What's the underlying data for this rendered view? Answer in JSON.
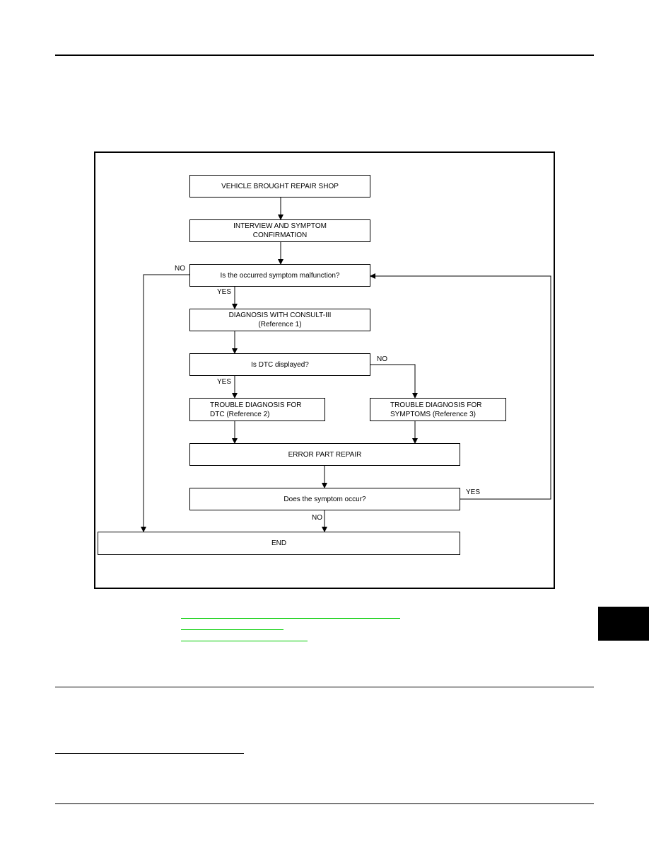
{
  "flowchart": {
    "boxes": {
      "vehicle": "VEHICLE BROUGHT REPAIR SHOP",
      "interview_l1": "INTERVIEW AND SYMPTOM",
      "interview_l2": "CONFIRMATION",
      "malfunction": "Is the occurred symptom malfunction?",
      "consult_l1": "DIAGNOSIS WITH CONSULT-III",
      "consult_l2": "(Reference 1)",
      "dtc_displayed": "Is DTC displayed?",
      "trouble_dtc_l1": "TROUBLE DIAGNOSIS FOR",
      "trouble_dtc_l2": "DTC (Reference 2)",
      "trouble_sym_l1": "TROUBLE DIAGNOSIS FOR",
      "trouble_sym_l2": "SYMPTOMS (Reference 3)",
      "error_repair": "ERROR PART REPAIR",
      "symptom_occur": "Does the symptom occur?",
      "end": "END"
    },
    "labels": {
      "no_malfunction": "NO",
      "yes_malfunction": "YES",
      "no_dtc": "NO",
      "yes_dtc": "YES",
      "yes_occur": "YES",
      "no_occur": "NO"
    }
  },
  "colors": {
    "link": "#00cc00",
    "side_tab": "#000000"
  }
}
